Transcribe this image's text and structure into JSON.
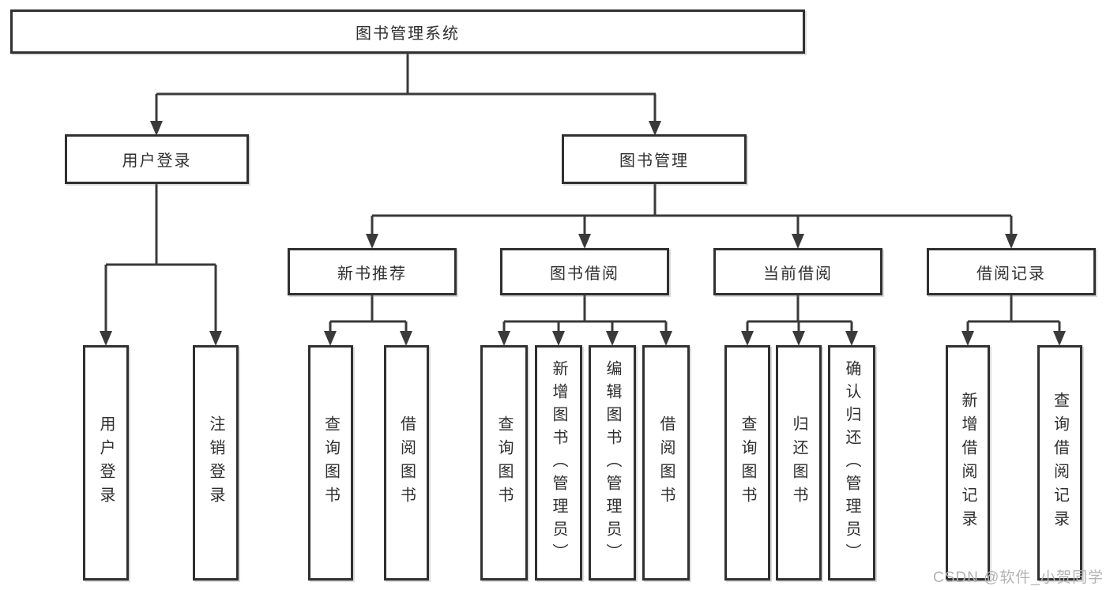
{
  "diagram": {
    "root": "图书管理系统",
    "level2": [
      "用户登录",
      "图书管理"
    ],
    "level3": [
      "新书推荐",
      "图书借阅",
      "当前借阅",
      "借阅记录"
    ],
    "leaves": {
      "g1": [
        "用户登录",
        "注销登录"
      ],
      "g2": [
        "查询图书",
        "借阅图书"
      ],
      "g3": [
        "查询图书",
        "新增图书（管理员）",
        "编辑图书（管理员）",
        "借阅图书"
      ],
      "g4": [
        "查询图书",
        "归还图书",
        "确认归还（管理员）"
      ],
      "g5": [
        "新增借阅记录",
        "查询借阅记录"
      ]
    }
  },
  "watermark": "CSDN @软件_小贺同学",
  "colors": {
    "background": "#ffffff",
    "line": "#3a3a3a",
    "box_border": "#303030",
    "text": "#2f2f2f",
    "watermark": "#b3b3b3"
  }
}
